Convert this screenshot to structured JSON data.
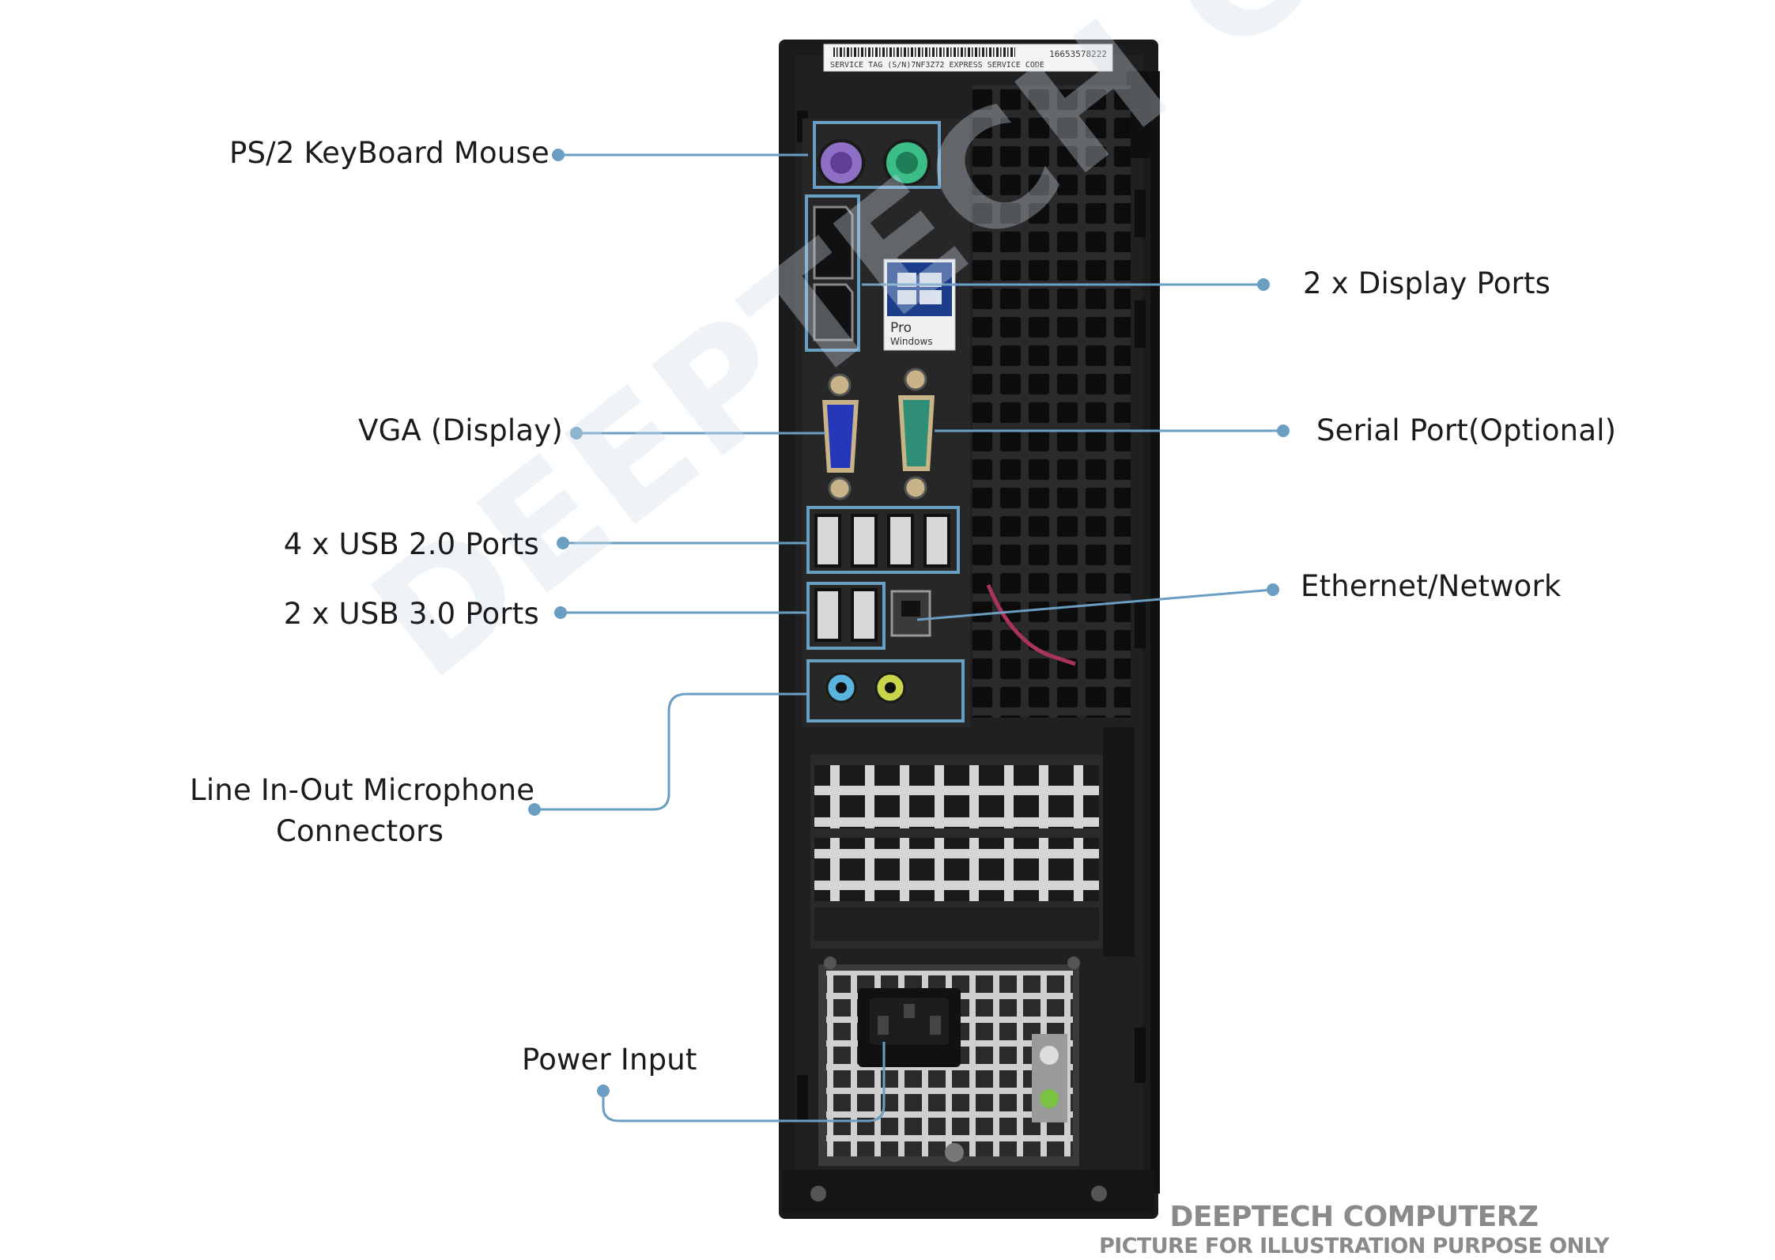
{
  "sticker": {
    "text1": "16653578222",
    "text2": "SERVICE TAG (S/N)7NF3Z72  EXPRESS SERVICE CODE"
  },
  "os_badge": {
    "line1": "Pro",
    "line2": "Windows"
  },
  "labels": {
    "ps2": "PS/2 KeyBoard Mouse",
    "display_ports": "2 x Display Ports",
    "vga": "VGA (Display)",
    "serial": "Serial Port(Optional)",
    "usb2": "4 x USB 2.0 Ports",
    "ethernet": "Ethernet/Network",
    "usb3": "2 x USB 3.0 Ports",
    "audio_line1": "Line In-Out Microphone",
    "audio_line2": "Connectors",
    "power": "Power Input"
  },
  "watermark": "DEEPTECH COMPUTERZ",
  "brand": {
    "name": "DEEPTECH COMPUTERZ",
    "note": "PICTURE FOR ILLUSTRATION PURPOSE ONLY"
  },
  "colors": {
    "callout": "#6b9ec3",
    "chassis": "#1c1c1c",
    "panel": "#262626",
    "ps2_keyboard": "#8f6fc6",
    "ps2_mouse": "#3bbd88",
    "vga": "#2536b8",
    "serial": "#2f8f76",
    "audio_in": "#5bb4de",
    "audio_out": "#c9d64a"
  }
}
